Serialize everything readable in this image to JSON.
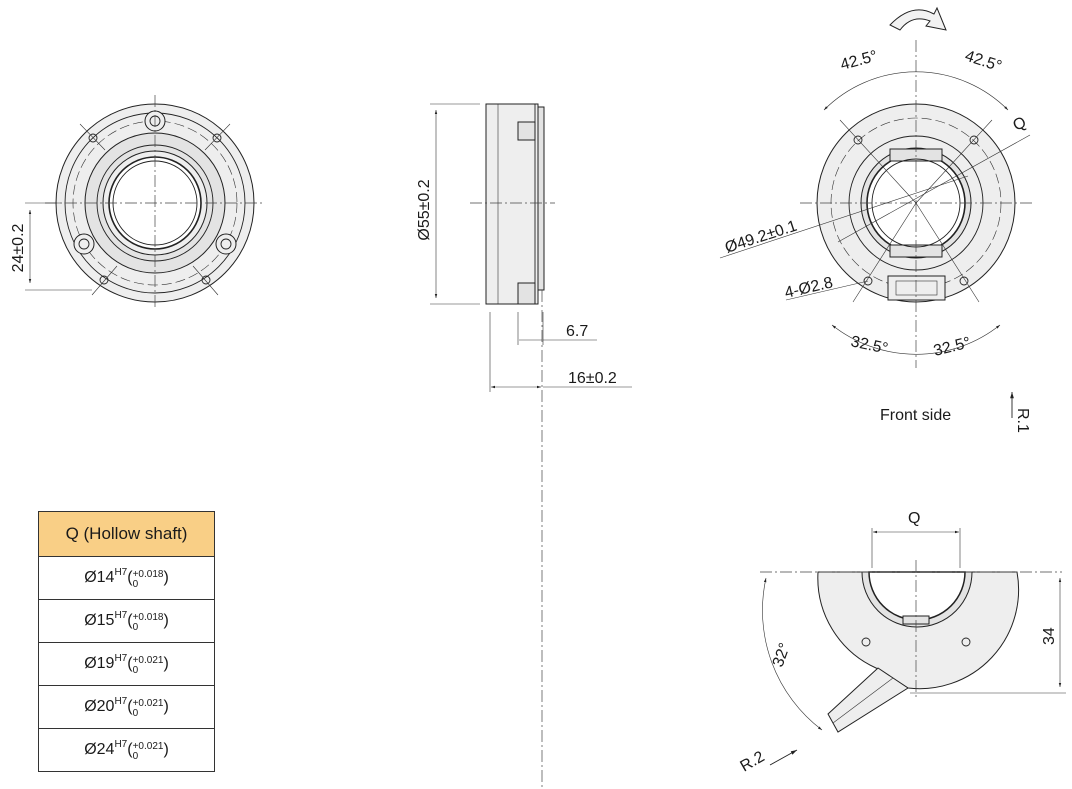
{
  "left_view": {
    "dim_24": "24±0.2"
  },
  "side_view": {
    "dim_diameter": "Ø55±0.2",
    "dim_thickness": "6.7",
    "dim_length": "16±0.2"
  },
  "front_view": {
    "angle_top_left": "42.5°",
    "angle_top_right": "42.5°",
    "label_q": "Q",
    "dim_pitch": "Ø49.2±0.1",
    "dim_holes": "4-Ø2.8",
    "angle_bottom_left": "32.5°",
    "angle_bottom_right": "32.5°",
    "caption": "Front side",
    "r1": "R.1"
  },
  "bottom_view": {
    "label_q": "Q",
    "dim_34": "34",
    "angle_32": "32°",
    "r2": "R.2"
  },
  "table": {
    "header": "Q (Hollow shaft)",
    "rows": [
      {
        "diameter": "Ø14",
        "fit": "H7",
        "upper": "+0.018",
        "lower": "0"
      },
      {
        "diameter": "Ø15",
        "fit": "H7",
        "upper": "+0.018",
        "lower": "0"
      },
      {
        "diameter": "Ø19",
        "fit": "H7",
        "upper": "+0.021",
        "lower": "0"
      },
      {
        "diameter": "Ø20",
        "fit": "H7",
        "upper": "+0.021",
        "lower": "0"
      },
      {
        "diameter": "Ø24",
        "fit": "H7",
        "upper": "+0.021",
        "lower": "0"
      }
    ]
  }
}
